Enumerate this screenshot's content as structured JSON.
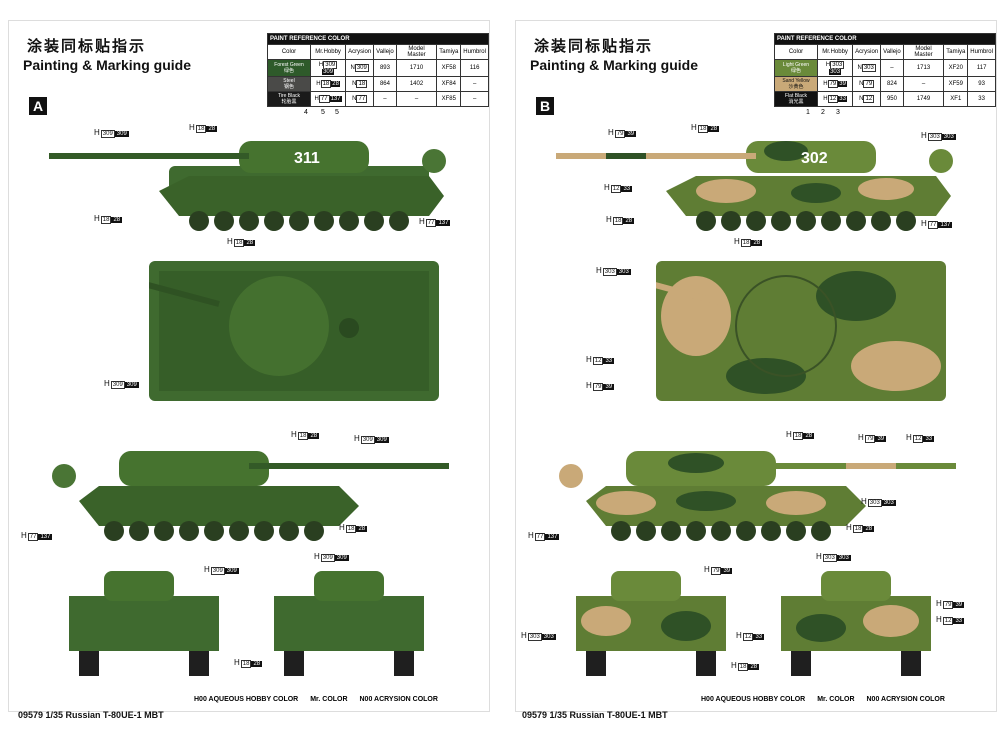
{
  "title_cn": "涂装同标贴指示",
  "title_en": "Painting & Marking guide",
  "product": "09579 1/35 Russian T-80UE-1 MBT",
  "legend": {
    "hobby": "H00 AQUEOUS HOBBY COLOR",
    "mr": "Mr. COLOR",
    "acrysion": "N00 ACRYSION COLOR"
  },
  "table_headers": [
    "Color",
    "Mr.Hobby",
    "Acrysion",
    "Vallejo",
    "Model Master",
    "Tamiya",
    "Humbrol"
  ],
  "table_title": "PAINT REFERENCE COLOR",
  "scheme_a": {
    "letter": "A",
    "number": "311",
    "callouts": [
      "4",
      "5",
      "5"
    ],
    "rows": [
      {
        "color_en": "Forest Green",
        "color_cn": "绿色",
        "swatch": "#2e5a2a",
        "hobby": "309",
        "mr": "309",
        "acry": "309",
        "vallejo": "893",
        "mm": "1710",
        "tamiya": "XF58",
        "humbrol": "116"
      },
      {
        "color_en": "Steel",
        "color_cn": "钢色",
        "swatch": "#4a4a48",
        "hobby": "18",
        "mr": "28",
        "acry": "18",
        "vallejo": "864",
        "mm": "1402",
        "tamiya": "XF84",
        "humbrol": "–"
      },
      {
        "color_en": "Tire Black",
        "color_cn": "轮胎黑",
        "swatch": "#1a1a1a",
        "hobby": "77",
        "mr": "137",
        "acry": "77",
        "vallejo": "–",
        "mm": "–",
        "tamiya": "XF85",
        "humbrol": "–"
      }
    ],
    "tags": {
      "steel": "28",
      "steel_h": "18",
      "green": "309",
      "black": "137",
      "black_h": "77"
    }
  },
  "scheme_b": {
    "letter": "B",
    "number": "302",
    "callouts": [
      "1",
      "2",
      "3"
    ],
    "rows": [
      {
        "color_en": "Light Green",
        "color_cn": "绿色",
        "swatch": "#6a8a3a",
        "hobby": "303",
        "mr": "303",
        "acry": "303",
        "vallejo": "–",
        "mm": "1713",
        "tamiya": "XF20",
        "humbrol": "117"
      },
      {
        "color_en": "Sand Yellow",
        "color_cn": "沙黄色",
        "swatch": "#c9a978",
        "hobby": "79",
        "mr": "39",
        "acry": "79",
        "vallejo": "824",
        "mm": "–",
        "tamiya": "XF59",
        "humbrol": "93"
      },
      {
        "color_en": "Flat Black",
        "color_cn": "消光黑",
        "swatch": "#111111",
        "hobby": "12",
        "mr": "33",
        "acry": "12",
        "vallejo": "950",
        "mm": "1749",
        "tamiya": "XF1",
        "humbrol": "33"
      }
    ],
    "tags": {
      "sand": "39",
      "sand_h": "79",
      "steel": "28",
      "steel_h": "18",
      "black": "33",
      "black_h": "12",
      "green": "303",
      "tire": "137",
      "tire_h": "77"
    }
  },
  "colors": {
    "green_a": "#3f6a2f",
    "green_a_dark": "#2c4d22",
    "green_b": "#5f7d34",
    "sand": "#c9a978",
    "dark_green_b": "#2f5126"
  }
}
